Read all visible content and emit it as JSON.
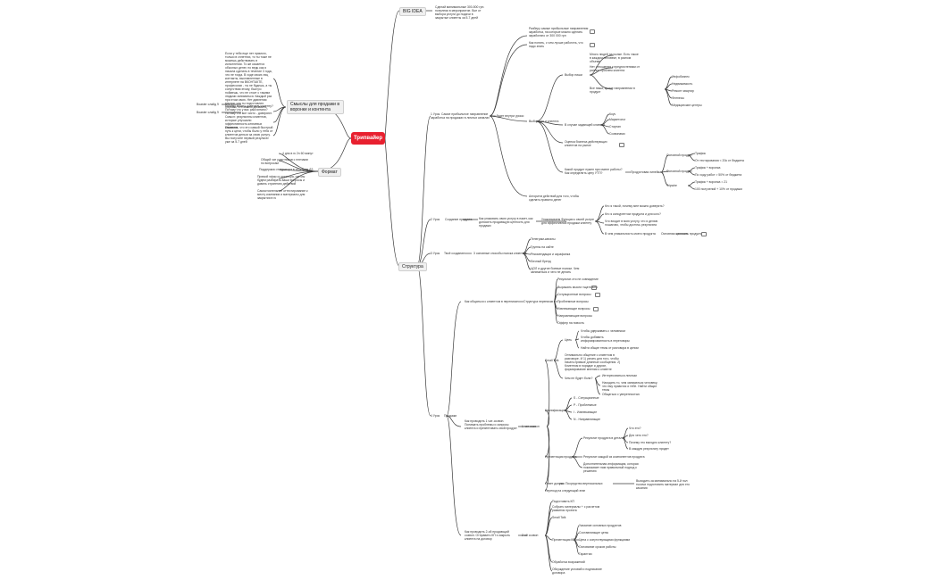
{
  "root": "Трипвайер",
  "top_branches": {
    "big_idea": "BIG IDEA",
    "big_idea_text": "Сделай минимальные 300-500 грн. пополняя в мероприятие. Все от выбора услуги до подачи в закрытые клиенты за 5-7 дней",
    "meanings": "Смыслы для продажи в воронке и контента",
    "format": "Формат",
    "structure": "Структура"
  },
  "left_meanings": [
    "Если у тебя еще нет прямого, только в сплетнях, то ты тоже не можешь действовать в исполнении. То же касается обычных денег, но ведь как я начала сделать в течение 3 года, что не тогда. В ходе своих лиц контакты, выставленные в интернете на ВКОНТАКТЕ, профессиях - ты не будешь, а ты сопутствия этому, быстро поймешь, что не стоит с такими людьми заниматься. Каждый раз при этом свою. Нет давления внутри, что ты подготовлен. Хорошо, что можно добавить.",
    "Почему можно доверять клиенту? Потому что у вас рассчитано? Потому что все чисто - доверяют.",
    "Смысл: результаты клиентов, которые улучшили эффективность ключевых клиентов",
    "Показать, что это самый быстрый путь к цели, чтобы было у тебя от клиентов деньги за свою услугу. Вы получите первый результат уже за 5-7 дней"
  ],
  "left_small": [
    "Boaster слайд 9",
    "Boaster слайд 9"
  ],
  "format_items": [
    "4 дня в гк 2n 60 минут",
    "Общий чат участников с плечами по вопросам",
    "Поддержка от куратора в телеграм ДЗ",
    "Прямой эфир от куратора, где мы будем разбирать ваши вопросы и давать стратегию действий",
    "Самостоятельное оттестирование к месту компании и материалы для закрытия в гк"
  ],
  "structure_children": {
    "day1": "1 Урок. Самое прибыльное направление заработка на продажах в личных каналах",
    "day2": "2 Урок",
    "day2b": "Создание продукта",
    "day3": "3 Урок",
    "day3b": "Твоё создание",
    "day4": "4 Урок",
    "day4b": "Продажи"
  },
  "day1_items": {
    "header": "Что будет внутри урока:",
    "top_notes": [
      "Разберу самые прибыльные направления заработка, на которые можно сделать заработано от 300 000 грн",
      "Как понять, с чем лучше работать, что надо знать"
    ],
    "branch_choice": "Выбор ниши",
    "branch_choice_notes": [
      "Много людей на рынке. Есть такое в каждом человеке, в разном объеме",
      "Нет отношения к предпочтениям от ранних проблем клиента"
    ],
    "niche_groups": "Все ниши, кроме направлении в продукт",
    "niches": [
      "Инфобизнес",
      "Недвижимость",
      "Ремонт квартир",
      "Фитнесы",
      "Медицинские центры"
    ],
    "product_price": "Выбор цен и клиента",
    "price_label": "В случае задающей клиента",
    "price_options": [
      "Коуч",
      "Маркетолог",
      "Стартап",
      "Созвонами"
    ],
    "best_client": "Оценка бизнеса действующих клиентов на рынке",
    "price_net": "Какой продукт нужен при смене работы? Как определить цену УТП?",
    "price_steps_label": "Продуктовая линейка",
    "price_steps": [
      "Основной продукт",
      "Основной продукт",
      "Tripwire"
    ],
    "price_results": [
      "Трафик",
      "От тестирования < 20к от бюджета",
      "Трафик + воронка",
      "По ходу работ > 50% от бюджета",
      "Трафик + воронка = 21",
      "100 получений + 10% от продажи"
    ],
    "algo": "Алгоритм действий для того, чтобы сделать правило денег"
  },
  "day2_items": {
    "left": "Как упаковать свою услугу в пакет, как доносить продающую ценность для продажи",
    "mid": "Упаковываем Функции к своей услуге для эффективной продажи клиенту",
    "right": [
      "Кто я такой, почему мне можно доверять?",
      "Кто я конкурентом продукта и для кого?",
      "Что входит в мою услугу, что я делаю пошагово, чтобы достичь результата",
      "В чем уникальность моего продукта"
    ],
    "right_extra": "Основная ценность продукта"
  },
  "day3_items": {
    "left": "3 основные способы поиска клиентов",
    "items": [
      "Телеграм-каналы",
      "Группы на сайте",
      "Рекомендации и сарафанка",
      "Личный бренд",
      "ЦОЛ и другие боевые поиски. Чем заниматься и чего не делать"
    ]
  },
  "day4_items": {
    "group1": "Как общаться с клиентом в переписке",
    "group1_right": "Структура переписки",
    "group1_list": [
      "Результат-это не совпадение",
      "Выражать мысли тщательно",
      "Ситуационные вопросы",
      "Проблемные вопросы",
      "Извлекающие вопросы",
      "Направляющие вопросы",
      "Оффер на новость"
    ],
    "group2": "Как проводить 1 чат-созвон. Понимать проблемы и запросы клиента и презентовать свой продукт",
    "group2_mid": "1 чат-созвон",
    "small_talk": "Small Talk",
    "goals": "Цель",
    "goals_list": [
      "Чтобы удерживать с человеком",
      "Чтобы добавить информированность в переговоры",
      "Найти общие темы от разговора в целом"
    ],
    "small_talk_note": "Оптимально общение с клиентом в разговоре. И 1) узнать для того, чтобы начать прямые длинные сообщения. 2) Клиентом в порядке и другие, формирование мнения о клиенте",
    "what": "Чем не будет боли?",
    "what_list": [
      "Интересоваться личным",
      "Находить то, чем заниматься человеку, что ему нравится и тебе. Найти общие темы",
      "Общаться с уверенностью"
    ],
    "spin": "Квалификация",
    "spin_list": [
      "S - Ситуационные",
      "P - Проблемные",
      "I - Извлекающие",
      "N - Направляющие"
    ],
    "present": "Презентация продукта",
    "present_list": [
      "Результат продукта в деталях",
      "Результат каждой из компонентов продукта",
      "Дополнительная информация, которая показывает нам правильный подход к решению"
    ],
    "present_sub": [
      "Что это?",
      "Для чего это?",
      "Почему это выгодно клиенту?",
      "В каждую результату придет"
    ],
    "objections": "Ответ допуск",
    "objections_mid": "Посредство вертикальных",
    "objections_right": "Выходить за минимально на 5-й пол тысячи подготовить материал для его касания",
    "next": "Переход на следующий этап",
    "group3": "Как проводить 2-ой продающий созвон. Отправить КП и закрыть клиента на договор",
    "group3_mid": "2-ой созвон",
    "group3_list": [
      "Подготовить КП",
      "Собрать материалы + с расчетом развития проекта",
      "Small Talk",
      "Презентация КП",
      "Обработка возражений",
      "Обсуждение условий и подписание договора"
    ],
    "kp_list": [
      "Указание основных продуктов",
      "Составляющие цены",
      "Цена с сопутствующими функциями",
      "Основание сроков работы",
      "Гарантии"
    ]
  },
  "colors": {
    "root": "#e8202f",
    "line": "#3a3a3a",
    "box": "#f0f0f0"
  }
}
